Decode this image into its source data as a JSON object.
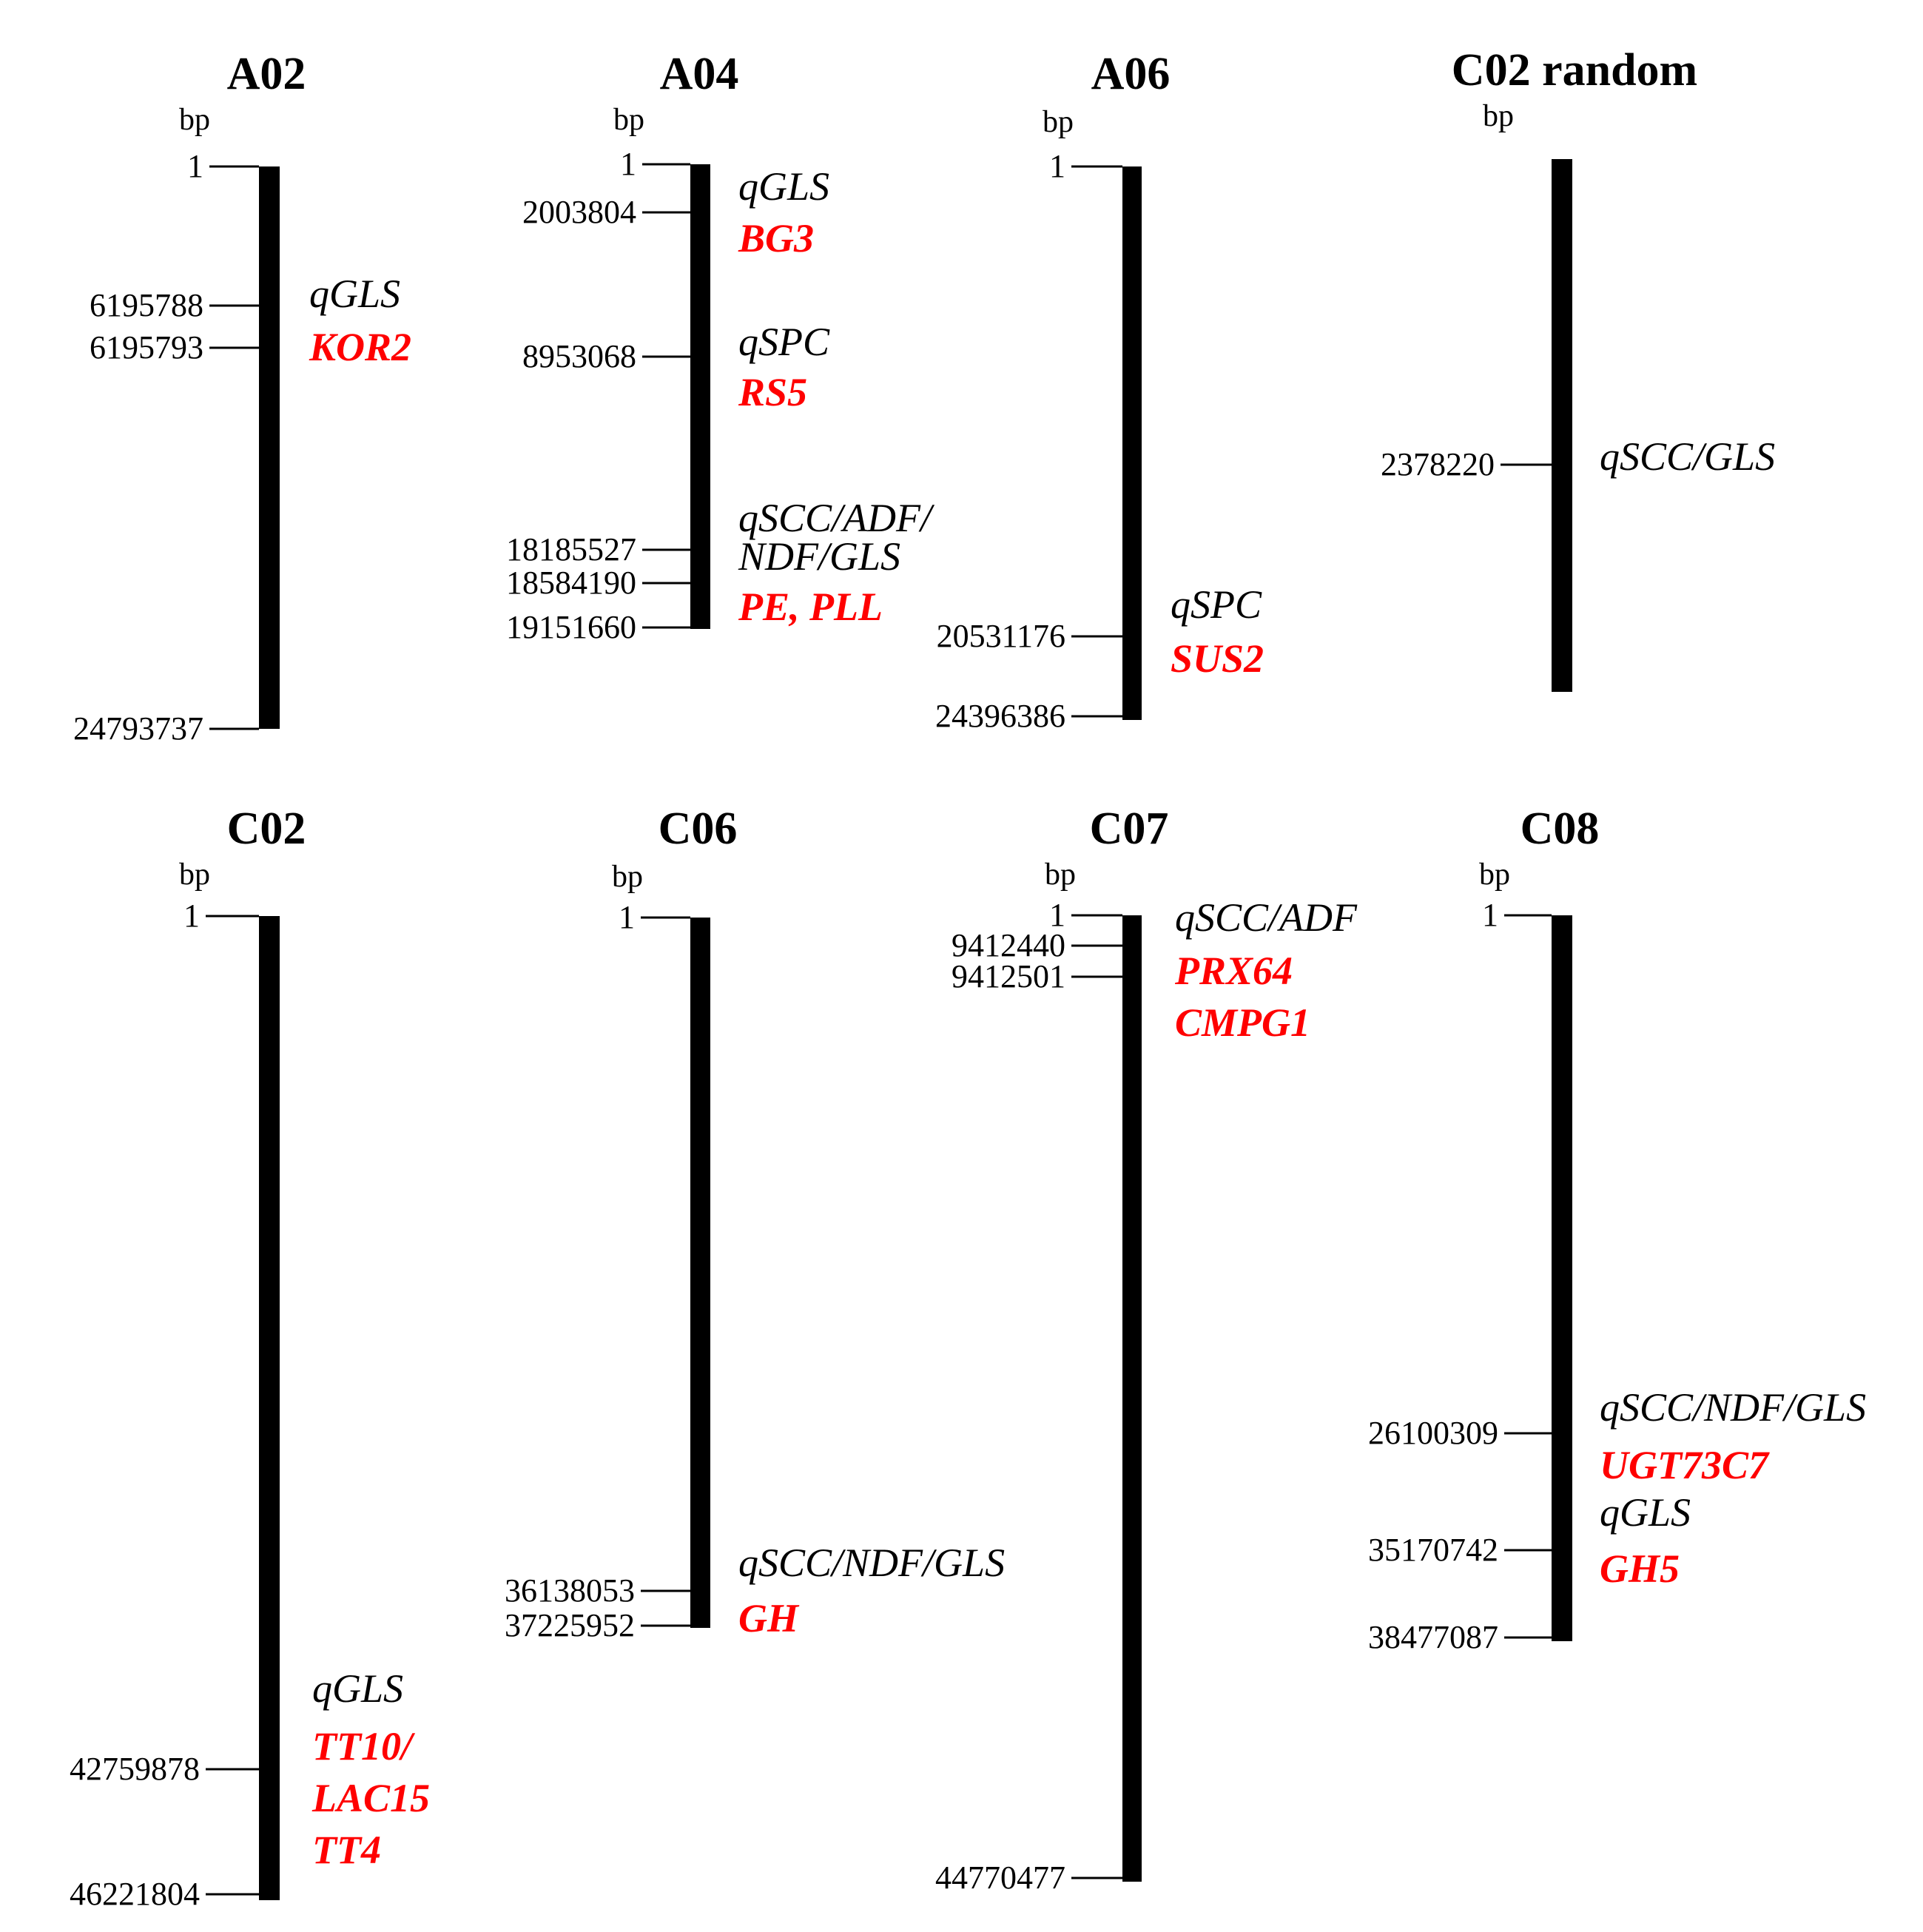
{
  "unit_label": "bp",
  "colors": {
    "qtl": "#000000",
    "gene": "#ff0000",
    "bar": "#000000"
  },
  "chromosomes": [
    {
      "id": "A02",
      "markers": [
        {
          "label": "1",
          "bp": 1
        },
        {
          "label": "6195788",
          "bp": 6195788
        },
        {
          "label": "6195793",
          "bp": 6195793
        },
        {
          "label": "24793737",
          "bp": 24793737
        }
      ],
      "annotations": [
        {
          "text": "qGLS",
          "kind": "qtl"
        },
        {
          "text": "KOR2",
          "kind": "gene"
        }
      ]
    },
    {
      "id": "A04",
      "markers": [
        {
          "label": "1",
          "bp": 1
        },
        {
          "label": "2003804",
          "bp": 2003804
        },
        {
          "label": "8953068",
          "bp": 8953068
        },
        {
          "label": "18185527",
          "bp": 18185527
        },
        {
          "label": "18584190",
          "bp": 18584190
        },
        {
          "label": "19151660",
          "bp": 19151660
        }
      ],
      "annotations": [
        {
          "text": "qGLS",
          "kind": "qtl"
        },
        {
          "text": "BG3",
          "kind": "gene"
        },
        {
          "text": "qSPC",
          "kind": "qtl"
        },
        {
          "text": "RS5",
          "kind": "gene"
        },
        {
          "text": "qSCC/ADF/",
          "kind": "qtl"
        },
        {
          "text": "NDF/GLS",
          "kind": "qtl"
        },
        {
          "text": "PE, PLL",
          "kind": "gene"
        }
      ]
    },
    {
      "id": "A06",
      "markers": [
        {
          "label": "1",
          "bp": 1
        },
        {
          "label": "20531176",
          "bp": 20531176
        },
        {
          "label": "24396386",
          "bp": 24396386
        }
      ],
      "annotations": [
        {
          "text": "qSPC",
          "kind": "qtl"
        },
        {
          "text": "SUS2",
          "kind": "gene"
        }
      ]
    },
    {
      "id": "C02 random",
      "markers": [
        {
          "label": "2378220",
          "bp": 2378220
        }
      ],
      "annotations": [
        {
          "text": "qSCC/GLS",
          "kind": "qtl"
        }
      ]
    },
    {
      "id": "C02",
      "markers": [
        {
          "label": "1",
          "bp": 1
        },
        {
          "label": "42759878",
          "bp": 42759878
        },
        {
          "label": "46221804",
          "bp": 46221804
        }
      ],
      "annotations": [
        {
          "text": "qGLS",
          "kind": "qtl"
        },
        {
          "text": "TT10/",
          "kind": "gene"
        },
        {
          "text": "LAC15",
          "kind": "gene"
        },
        {
          "text": "TT4",
          "kind": "gene"
        }
      ]
    },
    {
      "id": "C06",
      "markers": [
        {
          "label": "1",
          "bp": 1
        },
        {
          "label": "36138053",
          "bp": 36138053
        },
        {
          "label": "37225952",
          "bp": 37225952
        }
      ],
      "annotations": [
        {
          "text": "qSCC/NDF/GLS",
          "kind": "qtl"
        },
        {
          "text": "GH",
          "kind": "gene"
        }
      ]
    },
    {
      "id": "C07",
      "markers": [
        {
          "label": "1",
          "bp": 1
        },
        {
          "label": "9412440",
          "bp": 9412440
        },
        {
          "label": "9412501",
          "bp": 9412501
        },
        {
          "label": "44770477",
          "bp": 44770477
        }
      ],
      "annotations": [
        {
          "text": "qSCC/ADF",
          "kind": "qtl"
        },
        {
          "text": "PRX64",
          "kind": "gene"
        },
        {
          "text": "CMPG1",
          "kind": "gene"
        }
      ]
    },
    {
      "id": "C08",
      "markers": [
        {
          "label": "1",
          "bp": 1
        },
        {
          "label": "26100309",
          "bp": 26100309
        },
        {
          "label": "35170742",
          "bp": 35170742
        },
        {
          "label": "38477087",
          "bp": 38477087
        }
      ],
      "annotations": [
        {
          "text": "qSCC/NDF/GLS",
          "kind": "qtl"
        },
        {
          "text": "UGT73C7",
          "kind": "gene"
        },
        {
          "text": "qGLS",
          "kind": "qtl"
        },
        {
          "text": "GH5",
          "kind": "gene"
        }
      ]
    }
  ]
}
